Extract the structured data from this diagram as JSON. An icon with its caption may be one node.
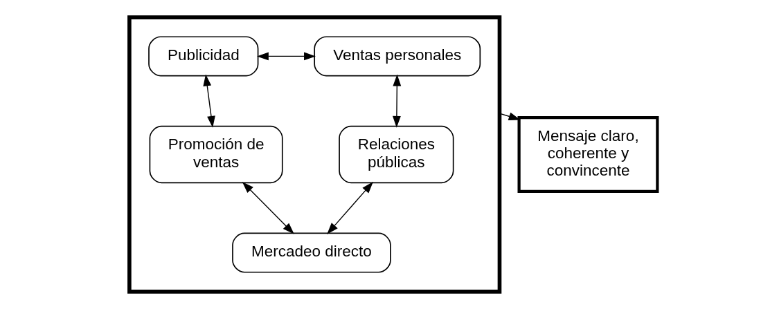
{
  "diagram": {
    "nodes": [
      {
        "text": [],
        "shape": "box"
      },
      {
        "text": [
          "Publicidad"
        ],
        "in": 0
      },
      {
        "text": [
          "Ventas personales"
        ],
        "in": 0
      },
      {
        "text": [
          "Promoción de ventas"
        ],
        "in": 0
      },
      {
        "text": [
          "Relaciones públicas"
        ],
        "in": 0
      },
      {
        "text": [
          "Mercadeo directo"
        ],
        "in": 0
      },
      {
        "text": [
          "Mensaje claro, coherente y convincente"
        ]
      }
    ],
    "edges": [
      {
        "from": 1,
        "to": 2,
        "arrow": "both"
      },
      {
        "from": 2,
        "to": 4,
        "arrow": "both"
      },
      {
        "from": 1,
        "to": 3,
        "arrow": "both"
      },
      {
        "from": 3,
        "to": 5,
        "arrow": "both"
      },
      {
        "from": 5,
        "to": 4,
        "arrow": "both"
      },
      {
        "from": 0,
        "to": 6,
        "arrow": "to"
      }
    ]
  }
}
